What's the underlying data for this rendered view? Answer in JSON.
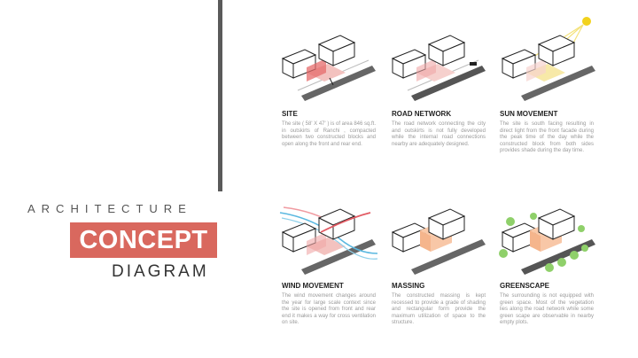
{
  "left": {
    "architecture": "ARCHITECTURE",
    "concept": "CONCEPT",
    "diagram": "DIAGRAM",
    "accent_color": "#d9685e"
  },
  "panels": [
    {
      "title": "SITE",
      "text": "The site ( 58' X 47' ) is of area 846 sq.ft. in outskirts of Ranchi , compacted between two constructed blocks and open along the front and rear end."
    },
    {
      "title": "ROAD NETWORK",
      "text": "The road network connecting the city and outskirts is not fully developed while the internal road connections nearby are adequately designed."
    },
    {
      "title": "SUN MOVEMENT",
      "text": "The site is south facing resulting in direct light from the front facade during the peak time of the day while the constructed block from both sides provides shade during the day time."
    },
    {
      "title": "WIND MOVEMENT",
      "text": "The wind movement changes around the year for large scale context since the site is opened from front and rear end it makes a way for cross ventilation on site."
    },
    {
      "title": "MASSING",
      "text": "The constructed massing is kept recessed to provide a grade of shading and rectangular form provide the maximum utilization of space to the structure."
    },
    {
      "title": "GREENSCAPE",
      "text": "The surrounding is not equipped with green space. Most of the vegetation lies along the road network while some green scape are observable in nearby empty plots."
    }
  ]
}
